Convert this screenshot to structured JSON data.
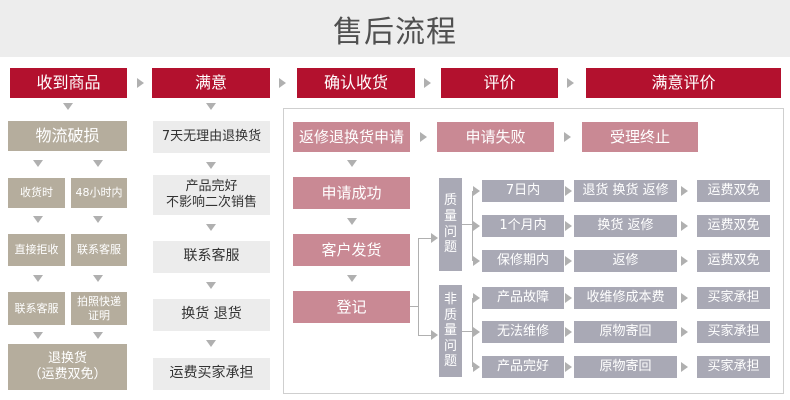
{
  "title": "售后流程",
  "steps": [
    "收到商品",
    "满意",
    "确认收货",
    "评价",
    "满意评价"
  ],
  "col1": {
    "damage": "物流破损",
    "receive_time": "收货时",
    "within48": "48小时内",
    "reject": "直接拒收",
    "contact_cs_a": "联系客服",
    "contact_cs_b": "联系客服",
    "photo": "拍照快递\n证明",
    "result": "退换货\n（运费双免）"
  },
  "col2": {
    "no_reason": "7天无理由退换货",
    "condition": "产品完好\n不影响二次销售",
    "contact": "联系客服",
    "exchange": "换货 退货",
    "freight": "运费买家承担"
  },
  "panel": {
    "apply": "返修退换货申请",
    "fail": "申请失败",
    "terminate": "受理终止",
    "success": "申请成功",
    "ship": "客户发货",
    "register": "登记",
    "quality": "质\n量\n问\n题",
    "non_quality": "非\n质\n量\n问\n题",
    "q_rows": [
      {
        "period": "7日内",
        "action": "退货 换货 返修",
        "cost": "运费双免"
      },
      {
        "period": "1个月内",
        "action": "换货 返修",
        "cost": "运费双免"
      },
      {
        "period": "保修期内",
        "action": "返修",
        "cost": "运费双免"
      }
    ],
    "nq_rows": [
      {
        "period": "产品故障",
        "action": "收维修成本费",
        "cost": "买家承担"
      },
      {
        "period": "无法维修",
        "action": "原物寄回",
        "cost": "买家承担"
      },
      {
        "period": "产品完好",
        "action": "原物寄回",
        "cost": "买家承担"
      }
    ]
  }
}
